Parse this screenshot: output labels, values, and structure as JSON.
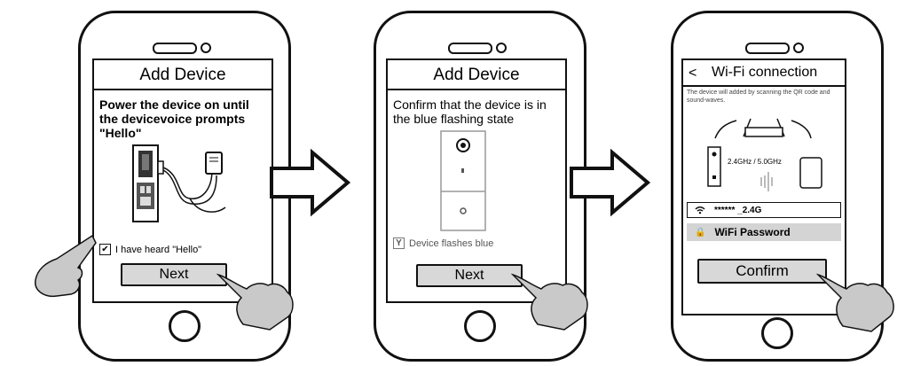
{
  "steps": [
    {
      "title": "Add Device",
      "instruction": "Power the device on until the devicevoice prompts \"Hello\"",
      "checkbox_label": "I have heard \"Hello\"",
      "next_label": "Next"
    },
    {
      "title": "Add Device",
      "instruction": "Confirm that the device is in the blue flashing state",
      "checkbox_label": "Device flashes blue",
      "next_label": "Next"
    },
    {
      "back_label": "<",
      "title": "Wi-Fi connection",
      "description": "The device will added by scanning the QR code and sound-waves.",
      "band_label": "2.4GHz / 5.0GHz",
      "wifi_ssid": "****** _2.4G",
      "password_label": "WiFi Password",
      "confirm_label": "Confirm"
    }
  ],
  "icons": {
    "checkbox_mark": "✔",
    "checkbox_mark_2": "Y",
    "lock": "🔒",
    "wifi": "wifi-icon"
  }
}
